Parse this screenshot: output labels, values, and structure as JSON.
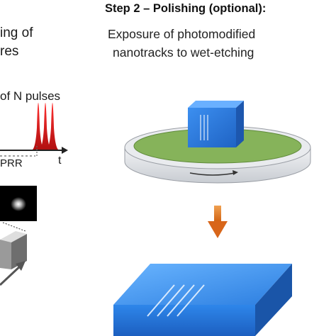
{
  "left_panel": {
    "fragment_line1": "ing of",
    "fragment_line2": "res",
    "pulse_label": "of N pulses",
    "prr_label": "PRR",
    "time_label": "t"
  },
  "right_panel": {
    "step_title": "Step 2 – Polishing (optional):",
    "description_line1": "Exposure of photomodified",
    "description_line2": "nanotracks to wet-etching"
  },
  "colors": {
    "pulse_red": "#e02020",
    "cube_blue": "#2f7fe0",
    "stage_green": "#86b35a",
    "stage_gray": "#d9dce0",
    "arrow_orange": "#e07a1f",
    "slab_blue": "#2f86e6",
    "beam_dark": "#222222"
  },
  "icons": {
    "rotation": "rotation-arrow-icon",
    "process_arrow": "down-arrow-icon"
  }
}
